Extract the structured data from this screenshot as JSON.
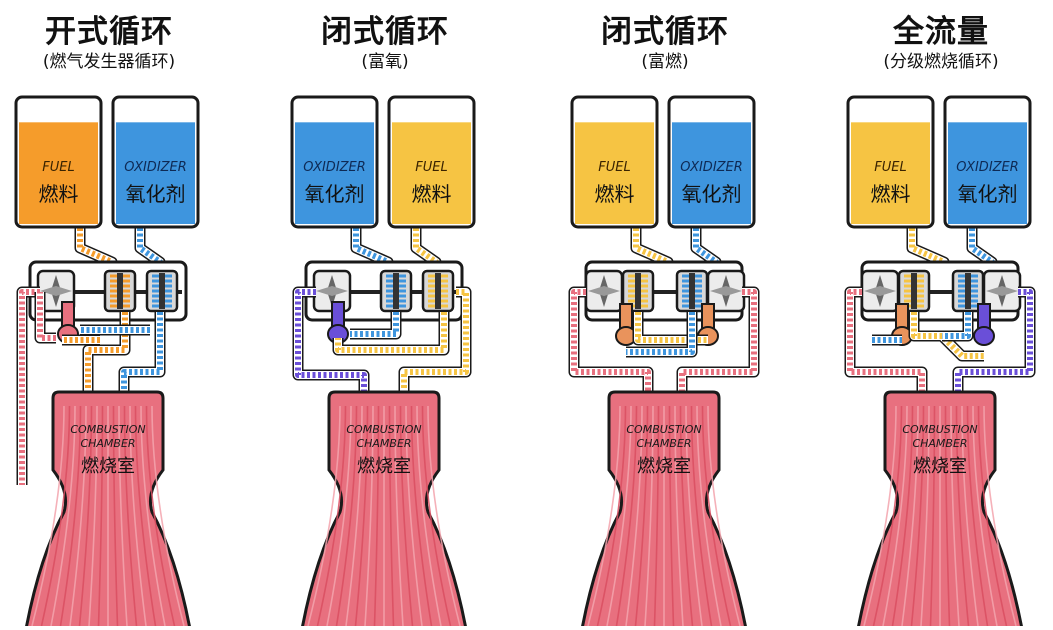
{
  "colors": {
    "fuel_open": "#f59c2b",
    "fuel": "#f6c443",
    "oxidizer": "#3e95de",
    "hot": "#e8707f",
    "hot_dark": "#d94e60",
    "purple": "#6a4fd8",
    "outline": "#1a1a1a"
  },
  "panels": [
    {
      "title": "开式循环",
      "subtitle": "(燃气发生器循环)",
      "tanks": [
        {
          "en": "FUEL",
          "zh": "燃料",
          "kind": "fuel_open",
          "level": 0.82
        },
        {
          "en": "OXIDIZER",
          "zh": "氧化剂",
          "kind": "oxidizer",
          "level": 0.82
        }
      ],
      "chamber": {
        "en1": "COMBUSTION",
        "en2": "CHAMBER",
        "zh": "燃烧室"
      }
    },
    {
      "title": "闭式循环",
      "subtitle": "(富氧)",
      "tanks": [
        {
          "en": "OXIDIZER",
          "zh": "氧化剂",
          "kind": "oxidizer",
          "level": 0.82
        },
        {
          "en": "FUEL",
          "zh": "燃料",
          "kind": "fuel",
          "level": 0.82
        }
      ],
      "chamber": {
        "en1": "COMBUSTION",
        "en2": "CHAMBER",
        "zh": "燃烧室"
      }
    },
    {
      "title": "闭式循环",
      "subtitle": "(富燃)",
      "tanks": [
        {
          "en": "FUEL",
          "zh": "燃料",
          "kind": "fuel",
          "level": 0.82
        },
        {
          "en": "OXIDIZER",
          "zh": "氧化剂",
          "kind": "oxidizer",
          "level": 0.82
        }
      ],
      "chamber": {
        "en1": "COMBUSTION",
        "en2": "CHAMBER",
        "zh": "燃烧室"
      }
    },
    {
      "title": "全流量",
      "subtitle": "(分级燃烧循环)",
      "tanks": [
        {
          "en": "FUEL",
          "zh": "燃料",
          "kind": "fuel",
          "level": 0.82
        },
        {
          "en": "OXIDIZER",
          "zh": "氧化剂",
          "kind": "oxidizer",
          "level": 0.82
        }
      ],
      "chamber": {
        "en1": "COMBUSTION",
        "en2": "CHAMBER",
        "zh": "燃烧室"
      }
    }
  ]
}
